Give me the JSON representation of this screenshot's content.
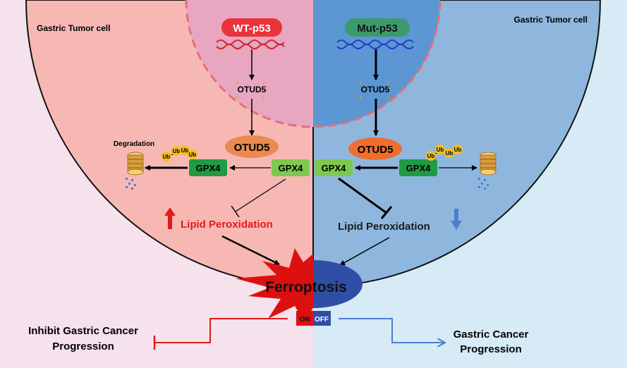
{
  "labels": {
    "cell_left": "Gastric Tumor cell",
    "cell_right": "Gastric Tumor cell",
    "wt_p53": "WT-p53",
    "mut_p53": "Mut-p53",
    "otud5_gene": "OTUD5",
    "otud5_protein": "OTUD5",
    "gpx4": "GPX4",
    "degradation": "Degradation",
    "ub": "Ub",
    "lipid_peroxidation": "Lipid Peroxidation",
    "ferroptosis": "Ferroptosis",
    "switch_on": "ON",
    "switch_off": "OFF",
    "inhibit_line1": "Inhibit Gastric Cancer",
    "inhibit_line2": "Progression",
    "progress_line1": "Gastric Cancer",
    "progress_line2": "Progression"
  },
  "colors": {
    "left_bg": "#f6e2ec",
    "left_cell": "#f7b8b4",
    "left_nucleus": "#e8a6c0",
    "right_bg": "#d7ebf6",
    "right_cell": "#8fb7de",
    "right_nucleus": "#5d97d3",
    "wt_p53_fill": "#e8343a",
    "mut_p53_fill": "#3c9a6d",
    "gpx4_dark": "#1f9a45",
    "gpx4_light": "#7ec850",
    "otud5_fill": "#e98a4e",
    "up_arrow": "#e01b1b",
    "down_arrow": "#4a7fcf",
    "ferro_star": "#dd1010",
    "ferro_oval": "#2f4fa6"
  }
}
